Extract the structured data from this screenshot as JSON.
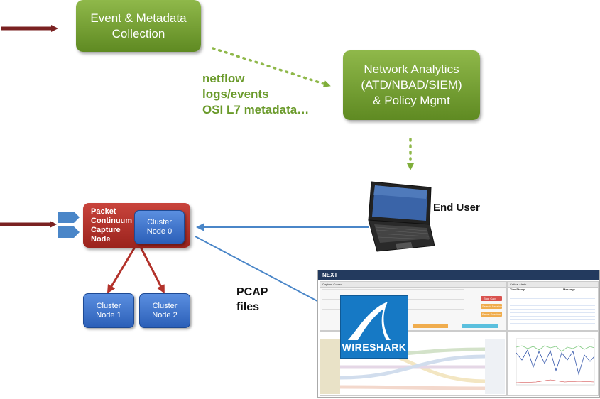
{
  "event_box": {
    "line1": "Event & Metadata",
    "line2": "Collection"
  },
  "analytics_box": {
    "line1": "Network Analytics",
    "line2": "(ATD/NBAD/SIEM)",
    "line3": "& Policy Mgmt"
  },
  "metadata_labels": {
    "line1": "netflow",
    "line2": "logs/events",
    "line3": "OSI L7 metadata…"
  },
  "end_user_label": "End User",
  "packet_node": {
    "line1": "Packet",
    "line2": "Continuum",
    "line3": "Capture",
    "line4": "Node"
  },
  "cluster_nodes": {
    "node0": {
      "line1": "Cluster",
      "line2": "Node 0"
    },
    "node1": {
      "line1": "Cluster",
      "line2": "Node 1"
    },
    "node2": {
      "line1": "Cluster",
      "line2": "Node 2"
    }
  },
  "pcap_label": {
    "line1": "PCAP",
    "line2": "files"
  },
  "wireshark_label": "WIRESHARK",
  "dashboard": {
    "logo": "NEXT",
    "section_title": "Capture Control",
    "alerts_title": "Critical Alerts",
    "col_timestamp": "TimeStamp",
    "col_message": "Message",
    "buttons": {
      "stop": "Stop Cap",
      "search": "Search Session",
      "reset": "Reset Session"
    }
  },
  "colors": {
    "green_box": "#6f9a2e",
    "dark_red_arrow": "#7a2121",
    "blue_arrow": "#4a86c8",
    "red_node": "#b3322b",
    "blue_node": "#3a70cc"
  }
}
